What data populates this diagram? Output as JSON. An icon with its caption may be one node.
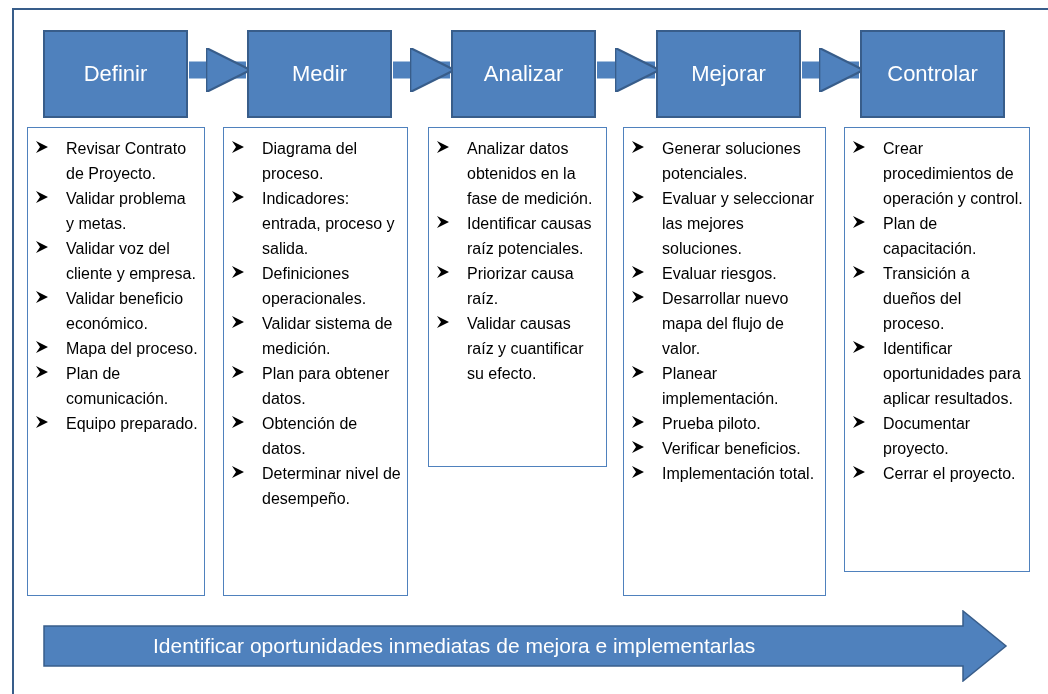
{
  "diagram": {
    "nodes": [
      {
        "text": [
          "Definir"
        ]
      },
      {
        "text": [
          "Medir"
        ]
      },
      {
        "text": [
          "Analizar"
        ]
      },
      {
        "text": [
          "Mejorar"
        ]
      },
      {
        "text": [
          "Controlar"
        ]
      },
      {
        "text": [
          "Revisar Contrato de Proyecto.",
          "Validar problema y metas.",
          "Validar voz del cliente y empresa.",
          "Validar beneficio económico.",
          "Mapa del proceso.",
          "Plan de comunicación.",
          "Equipo preparado."
        ]
      },
      {
        "text": [
          "Diagrama del proceso.",
          "Indicadores: entrada, proceso y salida.",
          "Definiciones operacionales.",
          "Validar sistema de medición.",
          "Plan para obtener datos.",
          "Obtención de datos.",
          "Determinar nivel de desempeño."
        ]
      },
      {
        "text": [
          "Analizar datos obtenidos en la fase de medición.",
          "Identificar causas raíz potenciales.",
          "Priorizar causa raíz.",
          "Validar causas raíz y cuantificar su efecto."
        ]
      },
      {
        "text": [
          "Generar soluciones potenciales.",
          "Evaluar y seleccionar las mejores soluciones.",
          "Evaluar riesgos.",
          "Desarrollar nuevo mapa del flujo de valor.",
          "Planear implementación.",
          "Prueba piloto.",
          "Verificar beneficios.",
          "Implementación total."
        ]
      },
      {
        "text": [
          "Crear procedimientos de operación y control.",
          "Plan de capacitación.",
          "Transición a dueños del proceso.",
          "Identificar oportunidades para aplicar resultados.",
          "Documentar proyecto.",
          "Cerrar el proyecto."
        ]
      },
      {
        "text": [
          "Identificar oportunidades inmediatas de mejora e implementarlas"
        ]
      }
    ],
    "edges": [
      {
        "from": 0,
        "to": 1,
        "arrow": "to"
      },
      {
        "from": 1,
        "to": 2,
        "arrow": "to"
      },
      {
        "from": 2,
        "to": 3,
        "arrow": "to"
      },
      {
        "from": 3,
        "to": 4,
        "arrow": "to"
      }
    ]
  }
}
